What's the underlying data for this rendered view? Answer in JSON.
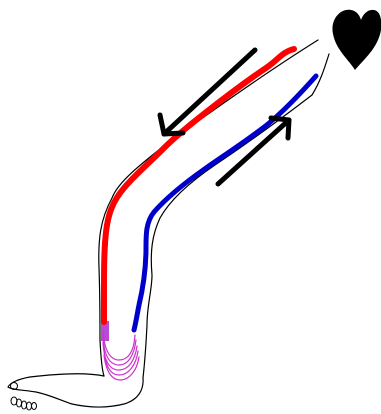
{
  "diagram": {
    "type": "leg-circulation-sketch",
    "icons": {
      "heart": "heart-icon",
      "arrow_down": "arrow-icon-down",
      "arrow_up": "arrow-icon-up"
    },
    "colors": {
      "outline": "#000000",
      "artery": "#ff0000",
      "vein": "#0000cc",
      "capillaries": "#cc33cc",
      "capillary_block": "#b84bd6",
      "heart": "#000000",
      "background": "#ffffff"
    }
  }
}
